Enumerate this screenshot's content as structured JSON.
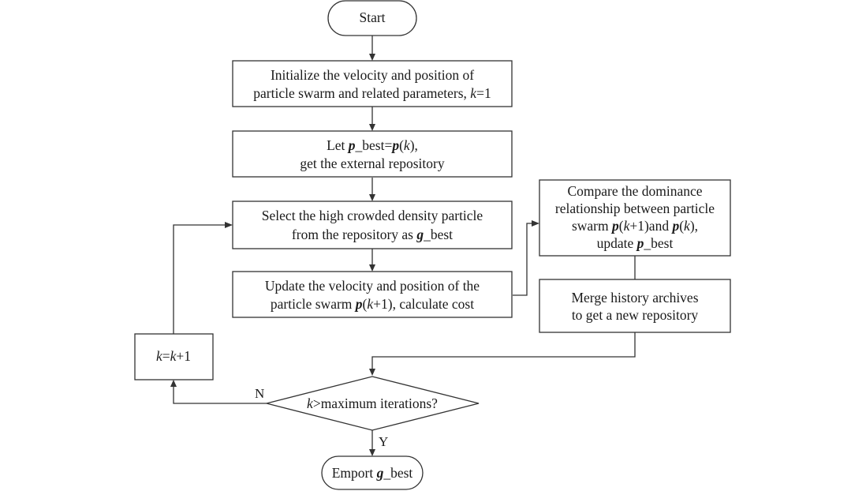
{
  "flowchart": {
    "start": "Start",
    "init": {
      "line1": "Initialize the velocity and position of",
      "line2_a": "particle swarm and related parameters, ",
      "line2_k": "k",
      "line2_b": "=1"
    },
    "let": {
      "l1_a": "Let ",
      "l1_p": "p",
      "l1_b": "_best=",
      "l1_p2": "p",
      "l1_c": "(",
      "l1_k": "k",
      "l1_d": "),",
      "line2": "get the external repository"
    },
    "select": {
      "line1": "Select the high crowded density particle",
      "line2_a": "from the repository as ",
      "line2_g": "g",
      "line2_b": "_best"
    },
    "update": {
      "line1": "Update the velocity and position of the",
      "line2_a": "particle swarm ",
      "line2_p": "p",
      "line2_b": "(",
      "line2_k": "k",
      "line2_c": "+1), calculate cost"
    },
    "compare": {
      "line1": "Compare the dominance",
      "line2": "relationship between particle",
      "line3_a": "swarm ",
      "line3_p": "p",
      "line3_b": "(",
      "line3_k": "k",
      "line3_c": "+1)and ",
      "line3_p2": "p",
      "line3_d": "(",
      "line3_k2": "k",
      "line3_e": "),",
      "line4_a": "update ",
      "line4_p": "p",
      "line4_b": "_best"
    },
    "merge": {
      "line1": "Merge history archives",
      "line2": "to get a new repository"
    },
    "increment": {
      "k1": "k",
      "eq": "=",
      "k2": "k",
      "plus": "+1"
    },
    "decision": {
      "k": "k",
      "rest": ">maximum iterations?"
    },
    "label_no": "N",
    "label_yes": "Y",
    "end": {
      "a": "Emport ",
      "g": "g",
      "b": "_best"
    }
  }
}
